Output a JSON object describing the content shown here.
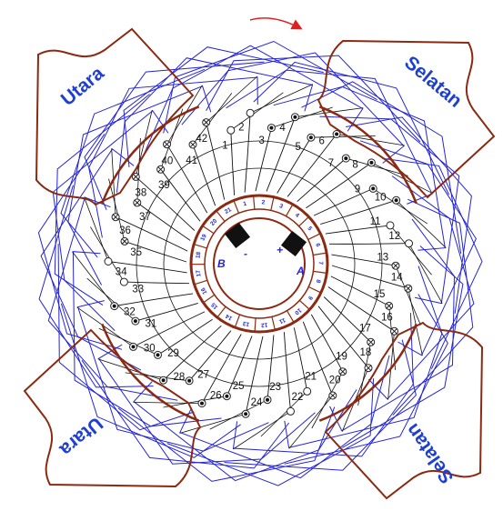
{
  "poles": {
    "top_left": "Utara",
    "top_right": "Selatan",
    "bottom_left": "Utara",
    "bottom_right": "Selatan"
  },
  "slots": [
    {
      "label": "1",
      "symbol": "open"
    },
    {
      "label": "2",
      "symbol": "open"
    },
    {
      "label": "3",
      "symbol": "dot"
    },
    {
      "label": "4",
      "symbol": "dot"
    },
    {
      "label": "5",
      "symbol": "dot"
    },
    {
      "label": "6",
      "symbol": "dot"
    },
    {
      "label": "7",
      "symbol": "dot"
    },
    {
      "label": "8",
      "symbol": "dot"
    },
    {
      "label": "9",
      "symbol": "dot"
    },
    {
      "label": "10",
      "symbol": "dot"
    },
    {
      "label": "11",
      "symbol": "open"
    },
    {
      "label": "12",
      "symbol": "open"
    },
    {
      "label": "13",
      "symbol": "cross"
    },
    {
      "label": "14",
      "symbol": "cross"
    },
    {
      "label": "15",
      "symbol": "cross"
    },
    {
      "label": "16",
      "symbol": "cross"
    },
    {
      "label": "17",
      "symbol": "cross"
    },
    {
      "label": "18",
      "symbol": "cross"
    },
    {
      "label": "19",
      "symbol": "cross"
    },
    {
      "label": "20",
      "symbol": "cross"
    },
    {
      "label": "21",
      "symbol": "open"
    },
    {
      "label": "22",
      "symbol": "open"
    },
    {
      "label": "23",
      "symbol": "dot"
    },
    {
      "label": "24",
      "symbol": "dot"
    },
    {
      "label": "25",
      "symbol": "dot"
    },
    {
      "label": "26",
      "symbol": "dot"
    },
    {
      "label": "27",
      "symbol": "dot"
    },
    {
      "label": "28",
      "symbol": "dot"
    },
    {
      "label": "29",
      "symbol": "dot"
    },
    {
      "label": "30",
      "symbol": "dot"
    },
    {
      "label": "31",
      "symbol": "dot"
    },
    {
      "label": "32",
      "symbol": "dot"
    },
    {
      "label": "33",
      "symbol": "open"
    },
    {
      "label": "34",
      "symbol": "open"
    },
    {
      "label": "35",
      "symbol": "cross"
    },
    {
      "label": "36",
      "symbol": "cross"
    },
    {
      "label": "37",
      "symbol": "cross"
    },
    {
      "label": "38",
      "symbol": "cross"
    },
    {
      "label": "39",
      "symbol": "cross"
    },
    {
      "label": "40",
      "symbol": "cross"
    },
    {
      "label": "41",
      "symbol": "cross"
    },
    {
      "label": "42",
      "symbol": "cross"
    }
  ],
  "commutator_segments": [
    "1",
    "2",
    "3",
    "4",
    "5",
    "6",
    "7",
    "8",
    "9",
    "10",
    "11",
    "12",
    "13",
    "14",
    "15",
    "16",
    "17",
    "18",
    "19",
    "20",
    "21"
  ],
  "brushes": [
    {
      "label": "B",
      "polarity": "-"
    },
    {
      "label": "A",
      "polarity": "+"
    }
  ],
  "colors": {
    "winding": "#2424d6",
    "pole": "#8b2a12",
    "connection": "#111111",
    "commutator": "#8b2a12",
    "segment_text": "#2424d6",
    "pole_text": "#1f3fd0",
    "rotation_arrow": "#e02020",
    "brush": "#111111"
  },
  "rotation_direction": "clockwise"
}
